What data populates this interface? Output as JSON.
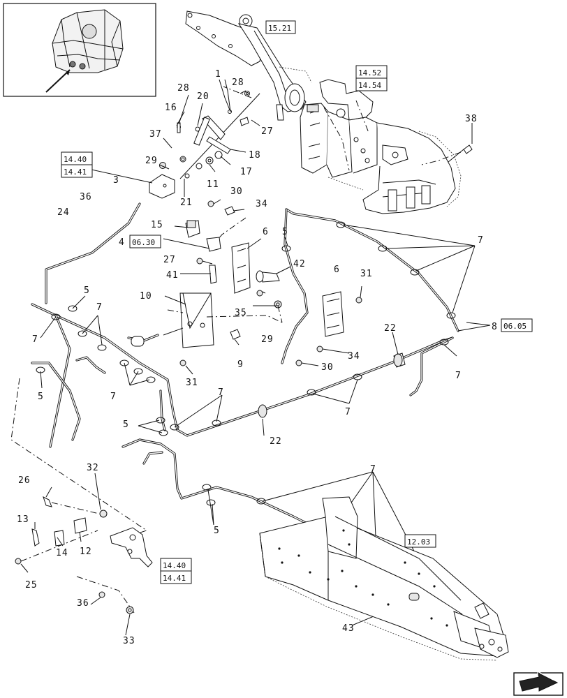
{
  "callouts": {
    "c1": "1",
    "c3": "3",
    "c4": "4",
    "c5a": "5",
    "c5b": "5",
    "c5c": "5",
    "c5d": "5",
    "c6a": "6",
    "c6b": "6",
    "c7a": "7",
    "c7b": "7",
    "c7c": "7",
    "c7d": "7",
    "c7e": "7",
    "c7f": "7",
    "c7g": "7",
    "c8": "8",
    "c9": "9",
    "c10": "10",
    "c11": "11",
    "c12": "12",
    "c13": "13",
    "c14": "14",
    "c15": "15",
    "c16": "16",
    "c17": "17",
    "c18": "18",
    "c20": "20",
    "c21": "21",
    "c22a": "22",
    "c22b": "22",
    "c24": "24",
    "c25": "25",
    "c26": "26",
    "c27a": "27",
    "c27b": "27",
    "c28a": "28",
    "c28b": "28",
    "c29a": "29",
    "c29b": "29",
    "c30a": "30",
    "c30b": "30",
    "c31a": "31",
    "c31b": "31",
    "c32": "32",
    "c33": "33",
    "c34a": "34",
    "c34b": "34",
    "c35": "35",
    "c36a": "36",
    "c36b": "36",
    "c37": "37",
    "c38": "38",
    "c41": "41",
    "c42": "42",
    "c43": "43"
  },
  "refs": {
    "r1521": "15.21",
    "r1452": "14.52",
    "r1454": "14.54",
    "r1440a": "14.40",
    "r1441a": "14.41",
    "r0630": "06.30",
    "r0605": "06.05",
    "r1203": "12.03",
    "r1440b": "14.40",
    "r1441b": "14.41"
  }
}
